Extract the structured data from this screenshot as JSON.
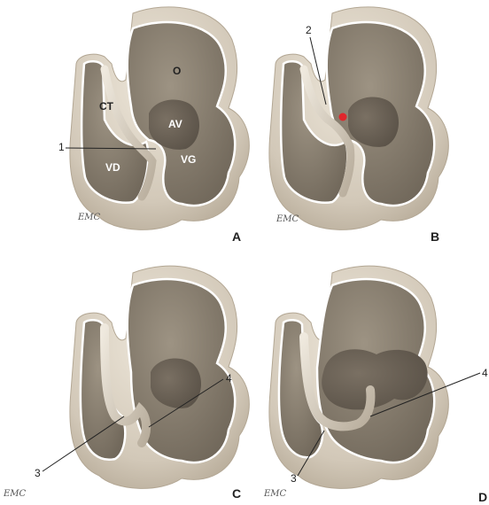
{
  "panels": [
    {
      "letter": "A",
      "labels": {
        "o": "O",
        "ct": "CT",
        "av": "AV",
        "vd": "VD",
        "vg": "VG",
        "n1": "1"
      },
      "logo": "EMC"
    },
    {
      "letter": "B",
      "labels": {
        "n2": "2"
      },
      "logo": "EMC"
    },
    {
      "letter": "C",
      "labels": {
        "n3": "3",
        "n4": "4"
      },
      "logo": "EMC"
    },
    {
      "letter": "D",
      "labels": {
        "n3": "3",
        "n4": "4"
      },
      "logo": "EMC"
    }
  ],
  "colors": {
    "outer": "#d4cbbd",
    "outer_edge": "#b9ae9d",
    "rim": "#ffffff",
    "cavity": "#8d8373",
    "cavity_dark": "#6a6155",
    "ridge": "#d9d0c2",
    "marker": "#e0262c"
  }
}
